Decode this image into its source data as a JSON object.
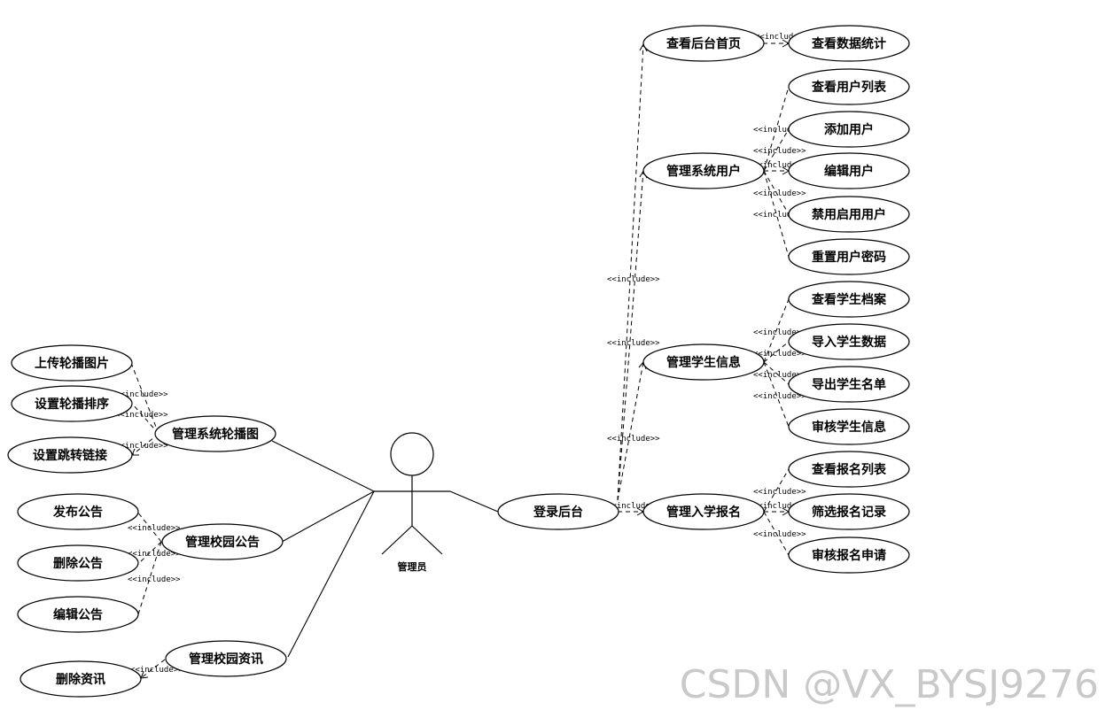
{
  "actor": {
    "label": "管理员"
  },
  "stereotype": "<<include>>",
  "use_cases": {
    "login": "登录后台",
    "view_dashboard": "查看后台首页",
    "view_statistics": "查看数据统计",
    "manage_users": "管理系统用户",
    "view_user_list": "查看用户列表",
    "add_user": "添加用户",
    "edit_user": "编辑用户",
    "toggle_user": "禁用启用用户",
    "reset_password": "重置用户密码",
    "manage_students": "管理学生信息",
    "view_student_records": "查看学生档案",
    "import_students": "导入学生数据",
    "export_students": "导出学生名单",
    "review_students": "审核学生信息",
    "manage_enrollment": "管理入学报名",
    "view_enrollment_list": "查看报名列表",
    "filter_enrollment": "筛选报名记录",
    "review_enrollment": "审核报名申请",
    "manage_carousel": "管理系统轮播图",
    "upload_carousel": "上传轮播图片",
    "sort_carousel": "设置轮播排序",
    "set_link": "设置跳转链接",
    "manage_notices": "管理校园公告",
    "publish_notice": "发布公告",
    "delete_notice": "删除公告",
    "edit_notice": "编辑公告",
    "manage_news": "管理校园资讯",
    "delete_news": "删除资讯"
  },
  "watermark": "CSDN @VX_BYSJ9276"
}
